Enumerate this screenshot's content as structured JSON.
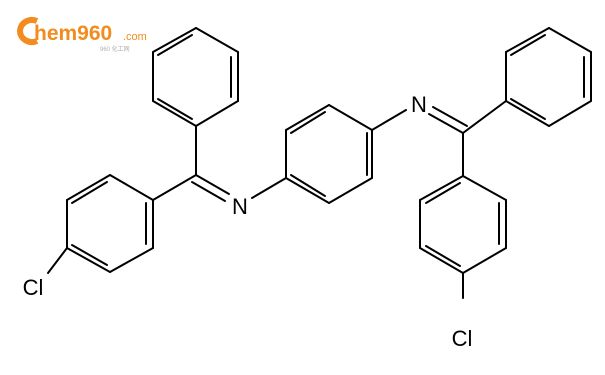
{
  "watermark": {
    "brand_text": "hem960",
    "domain_suffix": ".com",
    "subtitle": "960 化工网",
    "brand_color": "#f28c1e",
    "subtitle_color": "#b0b0b0"
  },
  "molecule": {
    "atom_labels": {
      "n_left": "N",
      "n_right": "N",
      "cl_left": "Cl",
      "cl_right": "Cl"
    },
    "bond_color": "#000000"
  }
}
